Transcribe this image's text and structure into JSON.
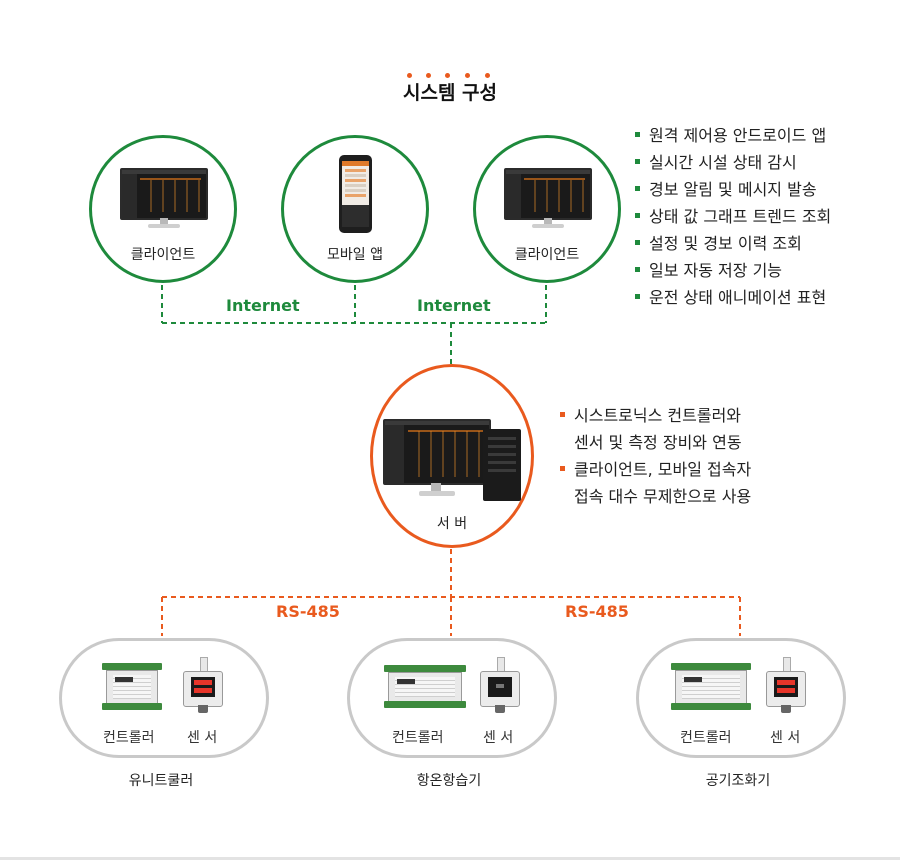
{
  "title": "시스템 구성",
  "colors": {
    "green": "#1e8a3c",
    "orange": "#e95a1e",
    "gray": "#c9c9c9"
  },
  "clients": [
    {
      "label": "클라이언트",
      "icon": "monitor-icon"
    },
    {
      "label": "모바일 앱",
      "icon": "smartphone-icon"
    },
    {
      "label": "클라이언트",
      "icon": "monitor-icon"
    }
  ],
  "network": {
    "left_label": "Internet",
    "right_label": "Internet"
  },
  "client_features": [
    "원격 제어용 안드로이드 앱",
    "실시간 시설 상태 감시",
    "경보 알림 및 메시지 발송",
    "상태 값 그래프 트렌드 조회",
    "설정 및 경보 이력 조회",
    "일보 자동 저장 기능",
    "운전 상태 애니메이션 표현"
  ],
  "server": {
    "label": "서 버",
    "features": [
      {
        "line1": "시스트로닉스 컨트롤러와",
        "line2": "센서 및 측정 장비와 연동"
      },
      {
        "line1": "클라이언트, 모바일 접속자",
        "line2": "접속 대수 무제한으로 사용"
      }
    ]
  },
  "fieldbus": {
    "left_label": "RS-485",
    "right_label": "RS-485"
  },
  "devices": [
    {
      "controller_label": "컨트롤러",
      "sensor_label": "센 서",
      "name": "유니트쿨러"
    },
    {
      "controller_label": "컨트롤러",
      "sensor_label": "센 서",
      "name": "항온항습기"
    },
    {
      "controller_label": "컨트롤러",
      "sensor_label": "센 서",
      "name": "공기조화기"
    }
  ]
}
